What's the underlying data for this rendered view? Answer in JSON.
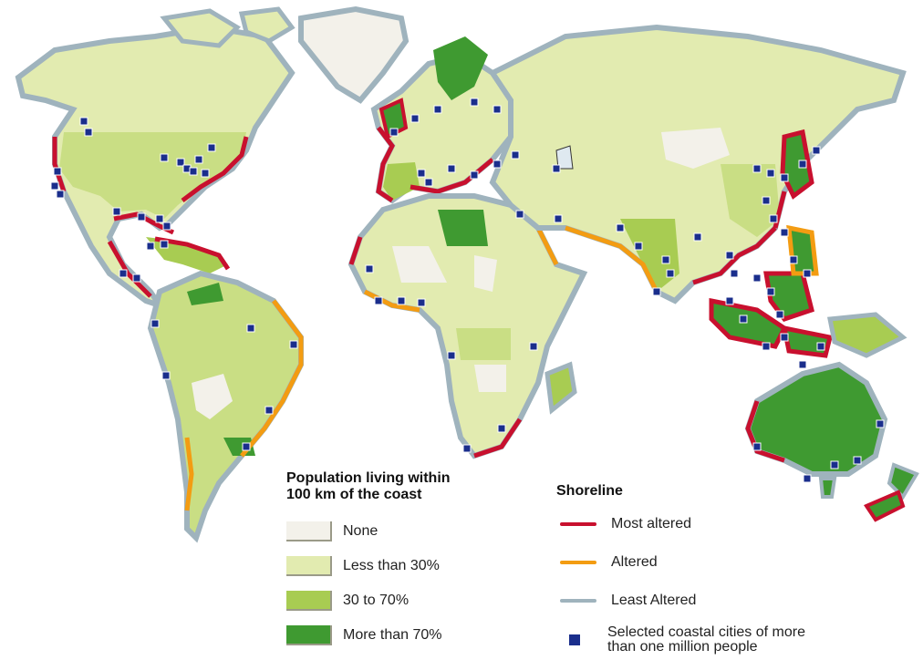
{
  "legend_population": {
    "title_line1": "Population living within",
    "title_line2": "100 km of the coast",
    "items": [
      {
        "label": "None",
        "color": "#f3f1ea"
      },
      {
        "label": "Less than 30%",
        "color": "#e2ebb0"
      },
      {
        "label": "30 to 70%",
        "color": "#a8cc52"
      },
      {
        "label": "More than 70%",
        "color": "#3f9a31"
      }
    ]
  },
  "legend_shoreline": {
    "title": "Shoreline",
    "items": [
      {
        "label": "Most altered",
        "color": "#c8102e"
      },
      {
        "label": "Altered",
        "color": "#f39c12"
      },
      {
        "label": "Least Altered",
        "color": "#9fb3bd"
      }
    ]
  },
  "legend_cities": {
    "line1": "Selected coastal cities of more",
    "line2": "than one million people",
    "color": "#1a2e8c"
  }
}
